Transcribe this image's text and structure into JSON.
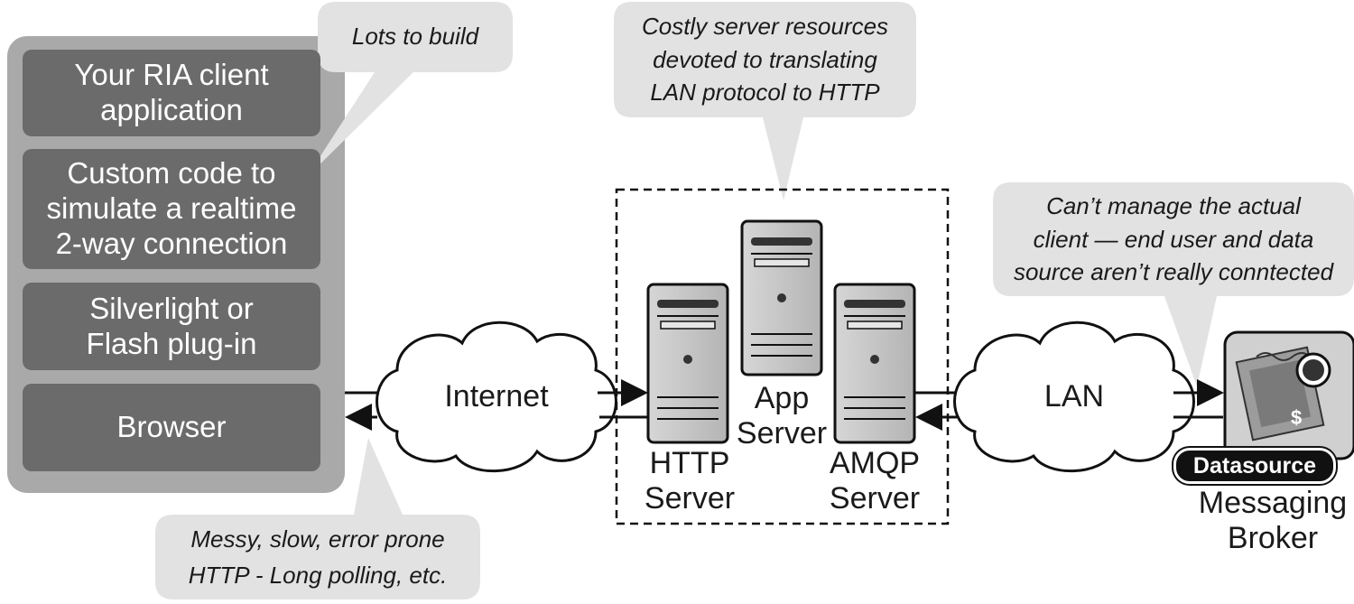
{
  "client_stack": {
    "boxes": [
      "Your RIA client\napplication",
      "Custom code to\nsimulate a realtime\n2-way connection",
      "Silverlight or\nFlash plug-in",
      "Browser"
    ]
  },
  "callouts": {
    "lots_to_build": "Lots to build",
    "server_cost": "Costly server resources\ndevoted to translating\nLAN protocol to HTTP",
    "cant_manage": "Can’t manage the actual\nclient — end user and data\nsource aren’t really conntected",
    "http_messy": "Messy, slow, error prone\nHTTP - Long polling, etc."
  },
  "network": {
    "internet": "Internet",
    "lan": "LAN"
  },
  "servers": {
    "http": "HTTP\nServer",
    "app": "App\nServer",
    "amqp": "AMQP\nServer"
  },
  "datasource": {
    "badge": "Datasource",
    "name": "Messaging\nBroker"
  },
  "colors": {
    "panel": "#a9a9a9",
    "box": "#6b6b6b",
    "callout": "#e2e2e2",
    "server": "#c9c9c9"
  }
}
